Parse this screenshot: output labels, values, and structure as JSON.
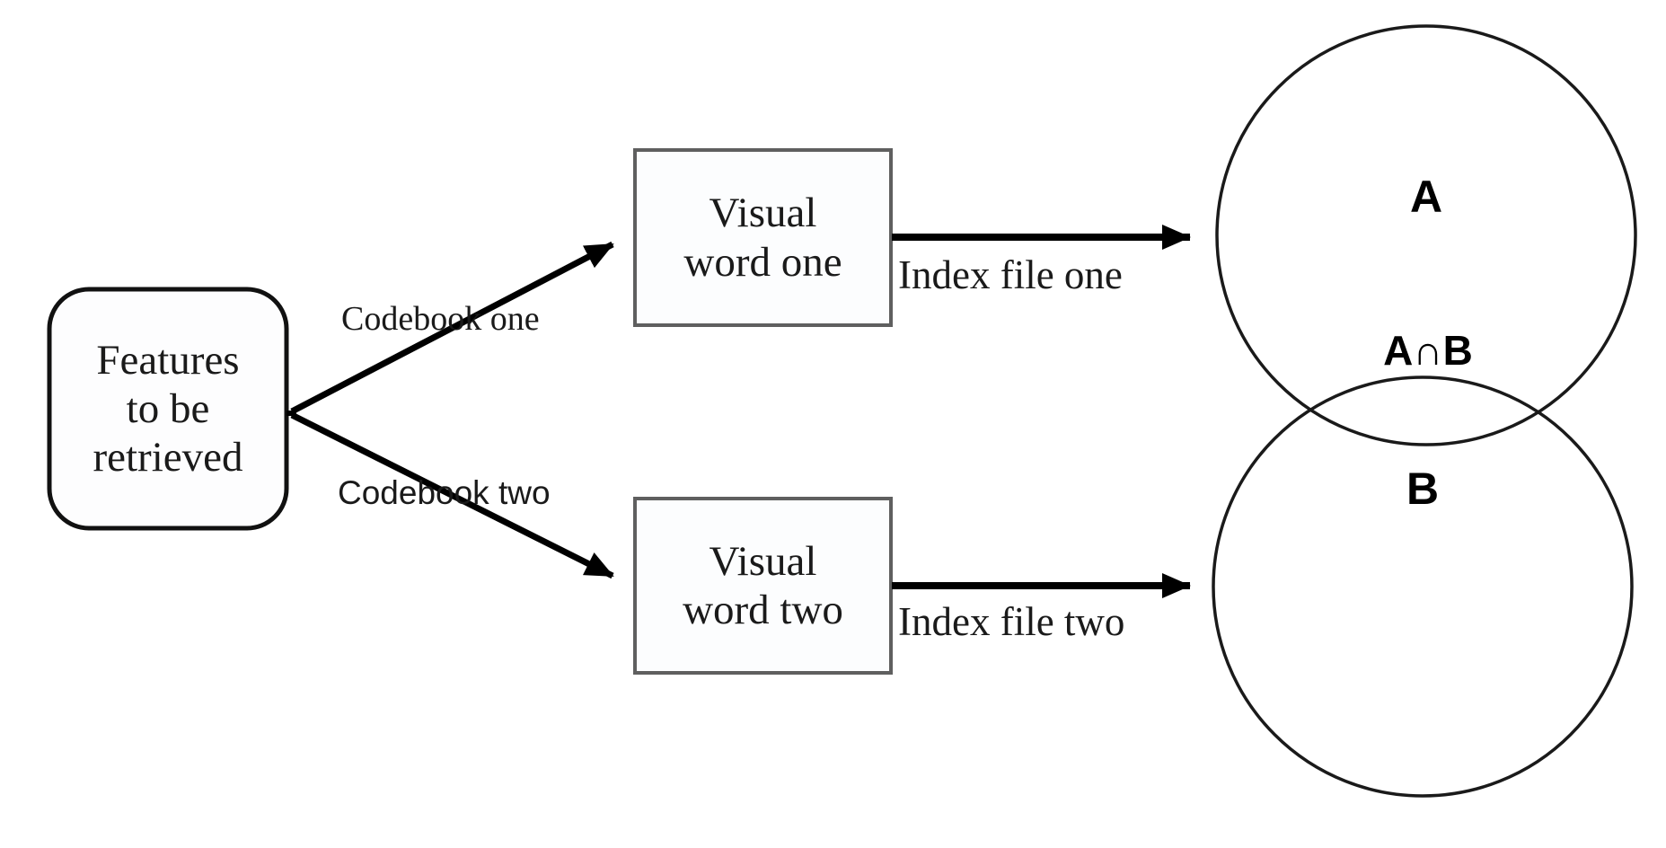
{
  "diagram": {
    "title": "Dual codebook visual word retrieval and index file intersection",
    "background_color": "#ffffff",
    "stroke_color": "#000000",
    "box_border_color": "#595959",
    "circle_stroke_color": "#1a1a1a",
    "text_color": "#1a1a1a"
  },
  "nodes": {
    "features": {
      "label": "Features\nto be\nretrieved",
      "shape": "rounded-rectangle"
    },
    "visual_word_one": {
      "label": "Visual\nword one",
      "shape": "rectangle"
    },
    "visual_word_two": {
      "label": "Visual\nword two",
      "shape": "rectangle"
    },
    "set_a": {
      "label": "A",
      "shape": "circle"
    },
    "set_b": {
      "label": "B",
      "shape": "circle"
    },
    "intersection": {
      "label": "A∩B",
      "shape": "lens"
    }
  },
  "edges": [
    {
      "id": "codebook-one",
      "label": "Codebook one",
      "from": "features",
      "to": "visual_word_one"
    },
    {
      "id": "codebook-two",
      "label": "Codebook two",
      "from": "features",
      "to": "visual_word_two"
    },
    {
      "id": "index-file-one",
      "label": "Index file one",
      "from": "visual_word_one",
      "to": "set_a"
    },
    {
      "id": "index-file-two",
      "label": "Index file two",
      "from": "visual_word_two",
      "to": "set_b"
    }
  ]
}
